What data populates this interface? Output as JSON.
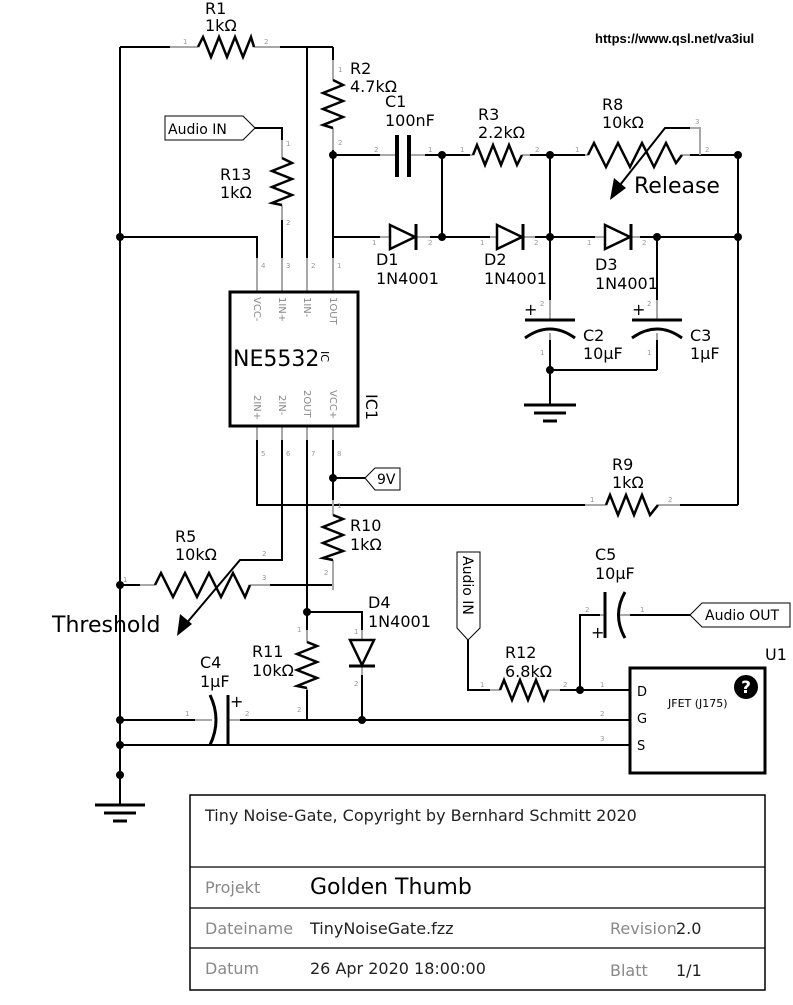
{
  "url": "https://www.qsl.net/va3iul",
  "components": {
    "r1": {
      "ref": "R1",
      "value": "1kΩ"
    },
    "r2": {
      "ref": "R2",
      "value": "4.7kΩ"
    },
    "c1": {
      "ref": "C1",
      "value": "100nF"
    },
    "r3": {
      "ref": "R3",
      "value": "2.2kΩ"
    },
    "r8": {
      "ref": "R8",
      "value": "10kΩ",
      "label": "Release"
    },
    "r13": {
      "ref": "R13",
      "value": "1kΩ"
    },
    "d1": {
      "ref": "D1",
      "value": "1N4001"
    },
    "d2": {
      "ref": "D2",
      "value": "1N4001"
    },
    "d3": {
      "ref": "D3",
      "value": "1N4001"
    },
    "c2": {
      "ref": "C2",
      "value": "10µF"
    },
    "c3": {
      "ref": "C3",
      "value": "1µF"
    },
    "ic1": {
      "ref": "IC1",
      "value": "NE5532",
      "ic_tag": "IC",
      "top_pins": [
        "VCC-",
        "1IN+",
        "1IN-",
        "1OUT"
      ],
      "top_nums": [
        "4",
        "3",
        "2",
        "1"
      ],
      "bottom_pins": [
        "2IN+",
        "2IN-",
        "2OUT",
        "VCC+"
      ],
      "bottom_nums": [
        "5",
        "6",
        "7",
        "8"
      ]
    },
    "r9": {
      "ref": "R9",
      "value": "1kΩ"
    },
    "r5": {
      "ref": "R5",
      "value": "10kΩ",
      "label": "Threshold"
    },
    "r10": {
      "ref": "R10",
      "value": "1kΩ"
    },
    "d4": {
      "ref": "D4",
      "value": "1N4001"
    },
    "r11": {
      "ref": "R11",
      "value": "10kΩ"
    },
    "c4": {
      "ref": "C4",
      "value": "1µF"
    },
    "c5": {
      "ref": "C5",
      "value": "10µF"
    },
    "r12": {
      "ref": "R12",
      "value": "6.8kΩ"
    },
    "u1": {
      "ref": "U1",
      "value": "JFET (J175)",
      "pins": [
        "D",
        "G",
        "S"
      ],
      "pin_nums": [
        "1",
        "2",
        "3"
      ],
      "badge": "?"
    }
  },
  "ports": {
    "audio_in_top": "Audio IN",
    "audio_in_bottom": "Audio IN",
    "audio_out": "Audio OUT",
    "supply": "9V"
  },
  "title_block": {
    "title": "Tiny Noise-Gate, Copyright by Bernhard Schmitt 2020",
    "project_label": "Projekt",
    "project_value": "Golden Thumb",
    "file_label": "Dateiname",
    "file_value": "TinyNoiseGate.fzz",
    "revision_label": "Revision",
    "revision_value": "2.0",
    "date_label": "Datum",
    "date_value": "26 Apr 2020 18:00:00",
    "sheet_label": "Blatt",
    "sheet_value": "1/1"
  }
}
